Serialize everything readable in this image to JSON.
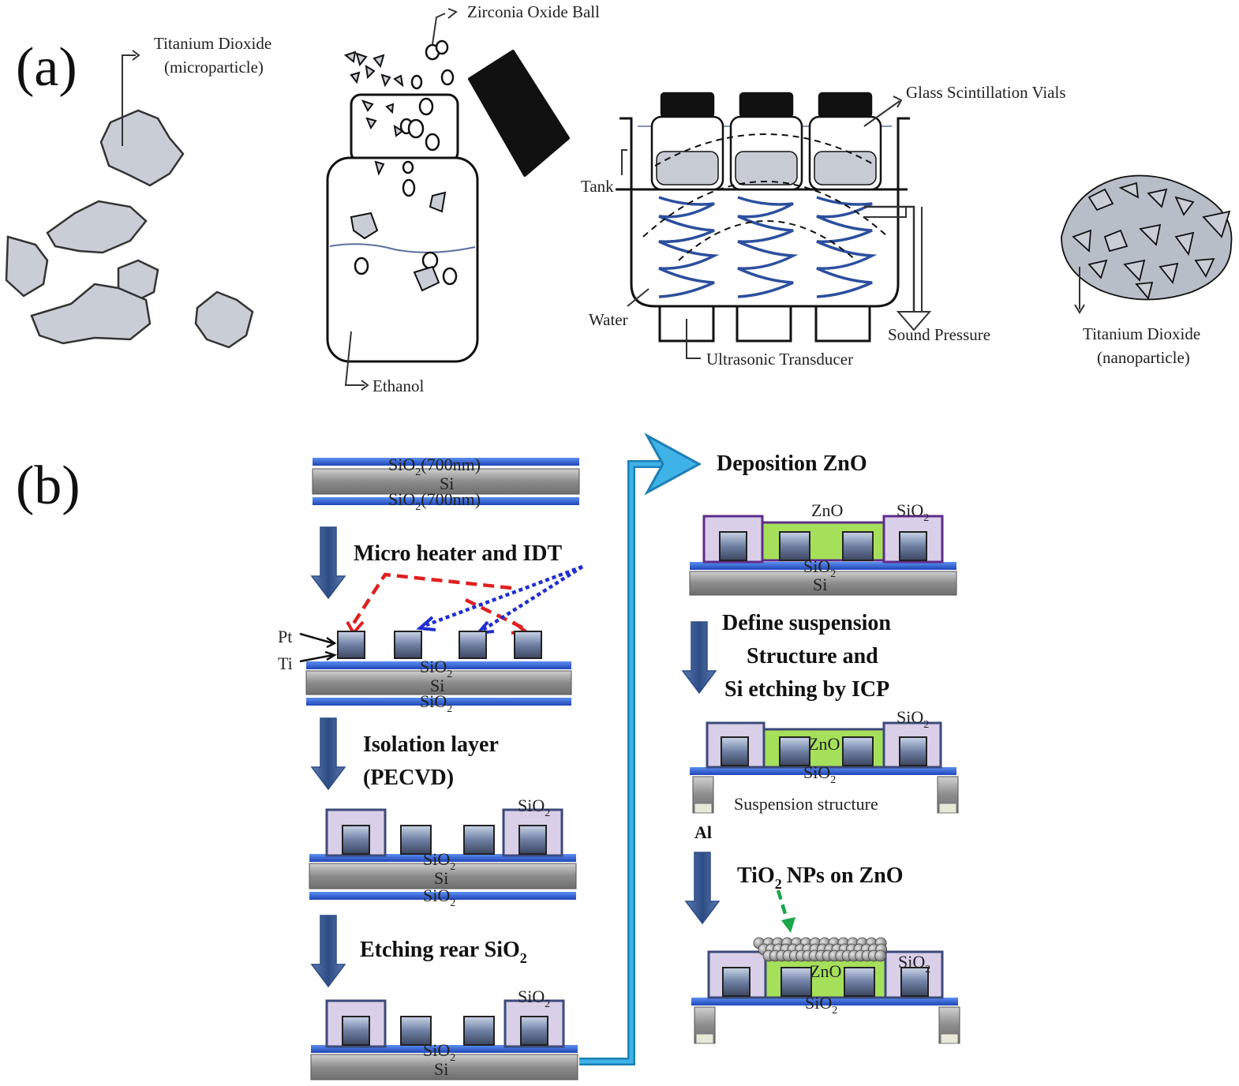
{
  "panel_a": {
    "label": "(a)",
    "tio2_micro": [
      "Titanium  Dioxide",
      "(microparticle)"
    ],
    "zirconia": "Zirconia  Oxide Ball",
    "ethanol": "Ethanol",
    "vials": "Glass Scintillation  Vials",
    "tank": "Tank",
    "water": "Water",
    "transducer": "Ultrasonic Transducer",
    "sound": "Sound Pressure",
    "tio2_nano": [
      "Titanium  Dioxide",
      "(nanoparticle)"
    ]
  },
  "panel_b": {
    "label": "(b)",
    "s1": {
      "top": "SiO",
      "top_rest": "(700nm)",
      "mid": "Si",
      "bot": "SiO",
      "bot_rest": "(700nm)",
      "sub": "2"
    },
    "step_heater": "Micro heater and IDT",
    "pt": "Pt",
    "ti": "Ti",
    "s2": {
      "sio2": "SiO",
      "si": "Si",
      "sub": "2"
    },
    "step_isolation": [
      "Isolation layer",
      "(PECVD)"
    ],
    "s3": {
      "sio2_tag": "SiO",
      "sio2": "SiO",
      "si": "Si",
      "sub": "2"
    },
    "step_rear": "Etching rear SiO",
    "s4": {
      "sio2_tag": "SiO",
      "sio2": "SiO",
      "si": "Si",
      "sub": "2"
    },
    "step_zno": "Deposition ZnO",
    "s5": {
      "zno": "ZnO",
      "sio2_tag": "SiO",
      "sio2": "SiO",
      "si": "Si",
      "sub": "2"
    },
    "step_suspension": [
      "Define suspension",
      "Structure and",
      "Si etching by ICP"
    ],
    "s6": {
      "zno": "ZnO",
      "sio2_tag": "SiO",
      "sio2": "SiO",
      "suspension": "Suspension structure",
      "sub": "2"
    },
    "al": "Al",
    "step_np": [
      "TiO",
      "NPs on ZnO"
    ],
    "s7": {
      "zno": "ZnO",
      "sio2_tag": "SiO",
      "sio2": "SiO",
      "sub": "2"
    }
  },
  "colors": {
    "particle": "#c9ced6",
    "blue_layer": "#2f64d6",
    "si_gray": "#9a9a9a",
    "arrow_blue": "#3b5b8f",
    "process_arrow": "#2a9fd6",
    "zno_green": "#a6e05a",
    "sio2_lilac": "#d9cfe8",
    "heater_red": "#e02020",
    "idt_blue": "#1f2fd0",
    "np_green": "#1aa64b",
    "wave_blue": "#2c4f9e"
  }
}
